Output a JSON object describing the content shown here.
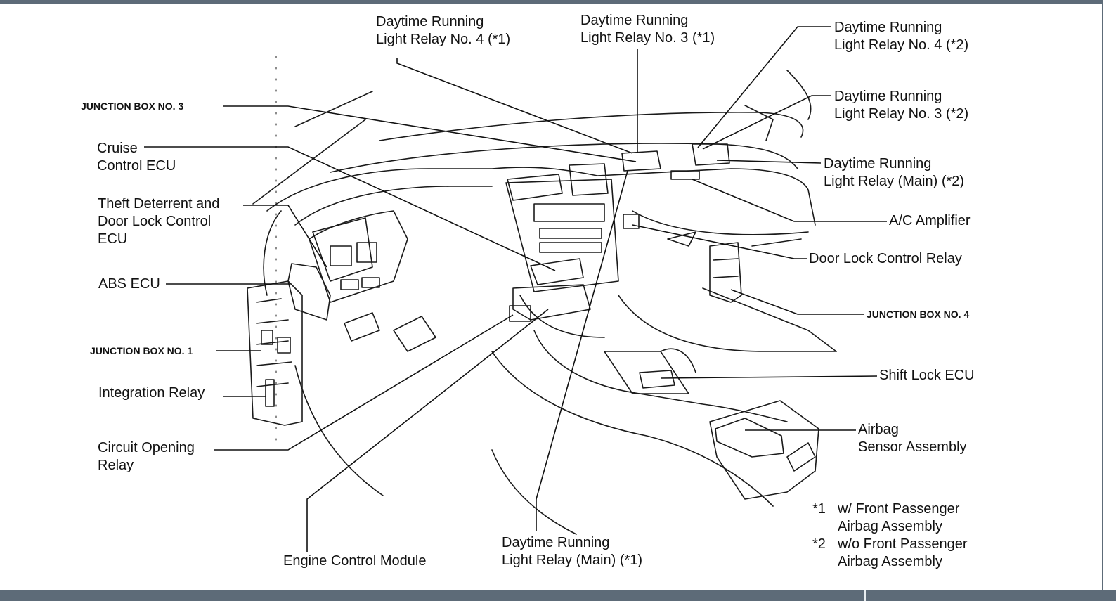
{
  "labels": {
    "drl4_1": [
      "Daytime Running",
      "Light Relay No. 4 (*1)"
    ],
    "drl3_1": [
      "Daytime Running",
      "Light Relay No. 3 (*1)"
    ],
    "drl4_2": [
      "Daytime Running",
      "Light Relay No. 4 (*2)"
    ],
    "drl3_2": [
      "Daytime Running",
      "Light Relay No. 3 (*2)"
    ],
    "drlmain_2": [
      "Daytime Running",
      "Light Relay (Main) (*2)"
    ],
    "ac_amp": "A/C Amplifier",
    "door_lock_relay": "Door Lock Control Relay",
    "jb4": "JUNCTION  BOX NO. 4",
    "shift_lock": "Shift Lock ECU",
    "airbag_sensor": [
      "Airbag",
      "Sensor Assembly"
    ],
    "jb3": "JUNCTION  BOX NO.  3",
    "cruise": [
      "Cruise",
      "Control ECU"
    ],
    "theft": [
      "Theft Deterrent and",
      "Door Lock Control",
      "ECU"
    ],
    "abs": "ABS ECU",
    "jb1": "JUNCTION  BOX NO. 1",
    "integration": "Integration Relay",
    "circuit_opening": [
      "Circuit Opening",
      "Relay"
    ],
    "ecm": "Engine Control Module",
    "drlmain_1": [
      "Daytime Running",
      "Light Relay (Main) (*1)"
    ]
  },
  "notes": [
    {
      "mark": "*1",
      "text": [
        "w/   Front Passenger",
        "Airbag Assembly"
      ]
    },
    {
      "mark": "*2",
      "text": [
        "w/o Front Passenger",
        "Airbag Assembly"
      ]
    }
  ],
  "colors": {
    "frame": "#5d6b78",
    "ink": "#111111"
  }
}
